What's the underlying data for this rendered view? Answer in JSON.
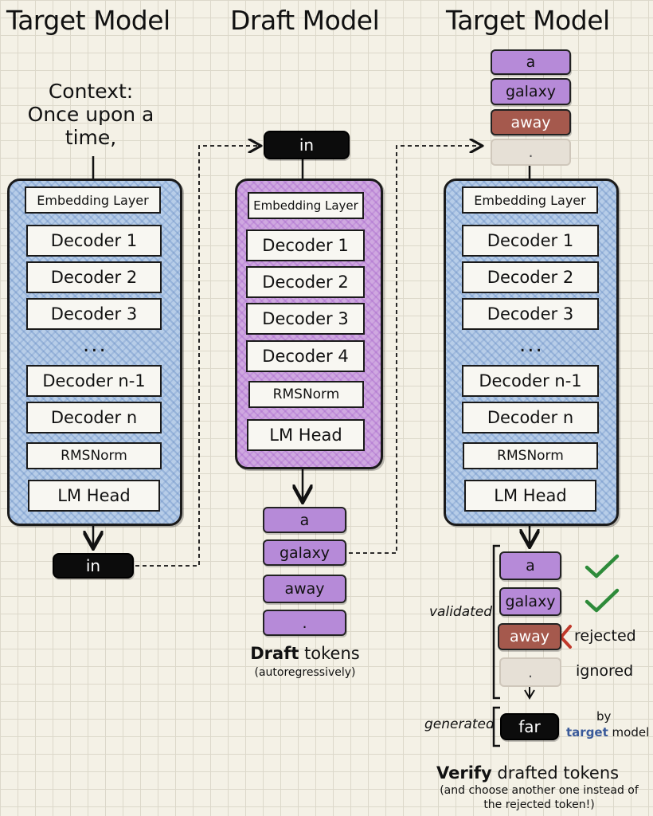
{
  "titles": {
    "left": "Target Model",
    "middle": "Draft Model",
    "right": "Target Model"
  },
  "context": {
    "lines": [
      "Context:",
      "Once upon a",
      "time,"
    ]
  },
  "target_layers": {
    "embedding": "Embedding Layer",
    "decoder1": "Decoder 1",
    "decoder2": "Decoder 2",
    "decoder3": "Decoder 3",
    "dots": "...",
    "decoder_n1": "Decoder n-1",
    "decoder_n": "Decoder n",
    "norm": "RMSNorm",
    "head": "LM Head"
  },
  "draft_layers": {
    "embedding": "Embedding Layer",
    "decoder1": "Decoder 1",
    "decoder2": "Decoder 2",
    "decoder3": "Decoder 3",
    "decoder4": "Decoder 4",
    "norm": "RMSNorm",
    "head": "LM Head"
  },
  "input_token": "in",
  "draft_tokens": [
    "a",
    "galaxy",
    "away",
    "."
  ],
  "draft_caption": {
    "bold": "Draft",
    "rest": " tokens",
    "sub": "(autoregressively)"
  },
  "verify": {
    "tokens": [
      "a",
      "galaxy",
      "away",
      "."
    ],
    "validated_label": "validated",
    "rejected_label": "rejected",
    "ignored_label": "ignored",
    "generated_label": "generated",
    "generated_token": "far",
    "by_label": "by",
    "target_word": "target",
    "model_word": " model"
  },
  "verify_caption": {
    "bold": "Verify",
    "rest": " drafted tokens",
    "line2": "(and choose another one instead of",
    "line3": "the rejected token!)"
  },
  "colors": {
    "draft_token": "#b68ad8",
    "rejected_token": "#a5594d",
    "ignored_token": "#e6e0d6",
    "target_panel": "#b7cde8",
    "draft_panel": "#cfa8e0",
    "check": "#2e8b3a",
    "reject_x": "#c0392b",
    "target_text": "#3a5a9a"
  }
}
